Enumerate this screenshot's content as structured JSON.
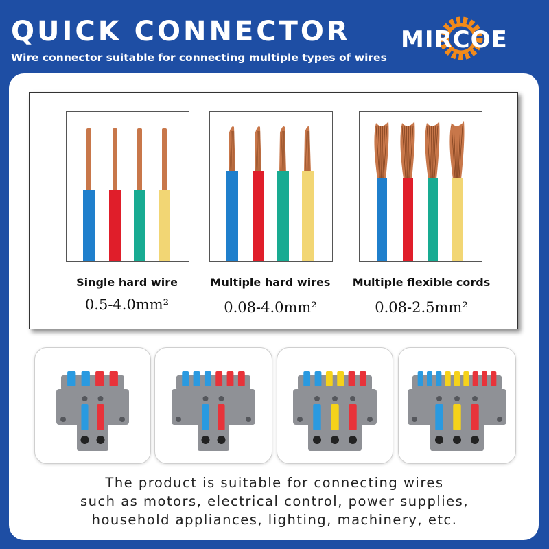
{
  "header": {
    "title": "QUICK CONNECTOR",
    "subtitle": "Wire connector suitable for connecting multiple types of wires",
    "logo_text": "MIRCOE"
  },
  "wire_types": [
    {
      "label": "Single hard wire",
      "range": "0.5-4.0mm²",
      "style": "solid"
    },
    {
      "label": "Multiple hard wires",
      "range": "0.08-4.0mm²",
      "style": "stranded"
    },
    {
      "label": "Multiple flexible cords",
      "range": "0.08-2.5mm²",
      "style": "flexible"
    }
  ],
  "wire_colors": [
    "#1f7fcc",
    "#e01e2a",
    "#18ab92",
    "#f2d674"
  ],
  "copper_color": "#c8774a",
  "connectors": [
    {
      "name": "2-in-4-out",
      "inputs": 2,
      "outputs": 4
    },
    {
      "name": "2-in-6-out",
      "inputs": 2,
      "outputs": 6
    },
    {
      "name": "3-in-6-out",
      "inputs": 3,
      "outputs": 6
    },
    {
      "name": "3-in-9-out",
      "inputs": 3,
      "outputs": 9
    }
  ],
  "footer": {
    "line1": "The product is suitable for connecting wires",
    "line2": "such as motors, electrical control, power supplies,",
    "line3": "household appliances, lighting, machinery, etc."
  }
}
